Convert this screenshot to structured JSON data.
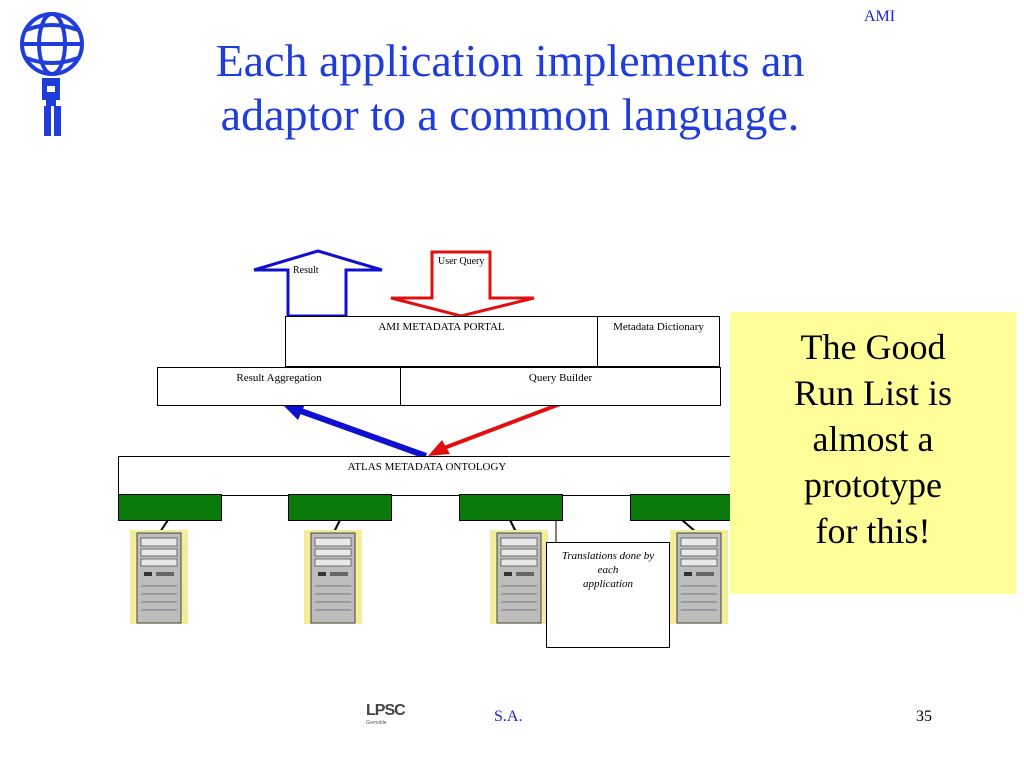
{
  "header": {
    "tag": "AMI",
    "title_line1": "Each application implements an",
    "title_line2": "adaptor to a common language."
  },
  "diagram": {
    "result_label": "Result",
    "user_query_label": "User Query",
    "portal_label": "AMI METADATA PORTAL",
    "dictionary_label": "Metadata Dictionary",
    "aggregation_label": "Result Aggregation",
    "query_builder_label": "Query Builder",
    "ontology_label": "ATLAS METADATA ONTOLOGY",
    "translation_note_line1": "Translations done by",
    "translation_note_line2": "each",
    "translation_note_line3": "application"
  },
  "sidebar_note": {
    "line1": "The Good",
    "line2": "Run List is",
    "line3": "almost a",
    "line4": "prototype",
    "line5": "for this!"
  },
  "footer": {
    "logo_text": "LPSC",
    "logo_subtext": "Grenoble",
    "author": "S.A.",
    "page_number": "35"
  },
  "colors": {
    "title": "#1f3ddb",
    "result_arrow": "#1010d0",
    "query_arrow": "#e01010",
    "adaptor_green": "#0a7a0a",
    "note_background": "#ffff99"
  }
}
